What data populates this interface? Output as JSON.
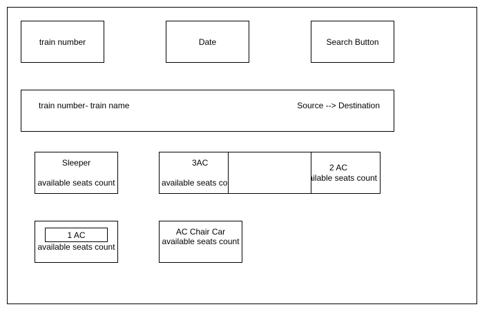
{
  "search_bar": {
    "train_number": "train number",
    "date": "Date",
    "search_button": "Search Button"
  },
  "train_result": {
    "train_label": "train number- train name",
    "route": "Source --> Destination"
  },
  "classes": {
    "sleeper": {
      "name": "Sleeper",
      "seats": "available seats count"
    },
    "three_ac": {
      "name": "3AC",
      "seats": "available seats count"
    },
    "two_ac": {
      "name": "2 AC",
      "seats": "available seats count"
    },
    "one_ac": {
      "name": "1 AC",
      "seats": "available seats count"
    },
    "chair_car": {
      "name": "AC Chair Car",
      "seats": "available seats count"
    }
  }
}
